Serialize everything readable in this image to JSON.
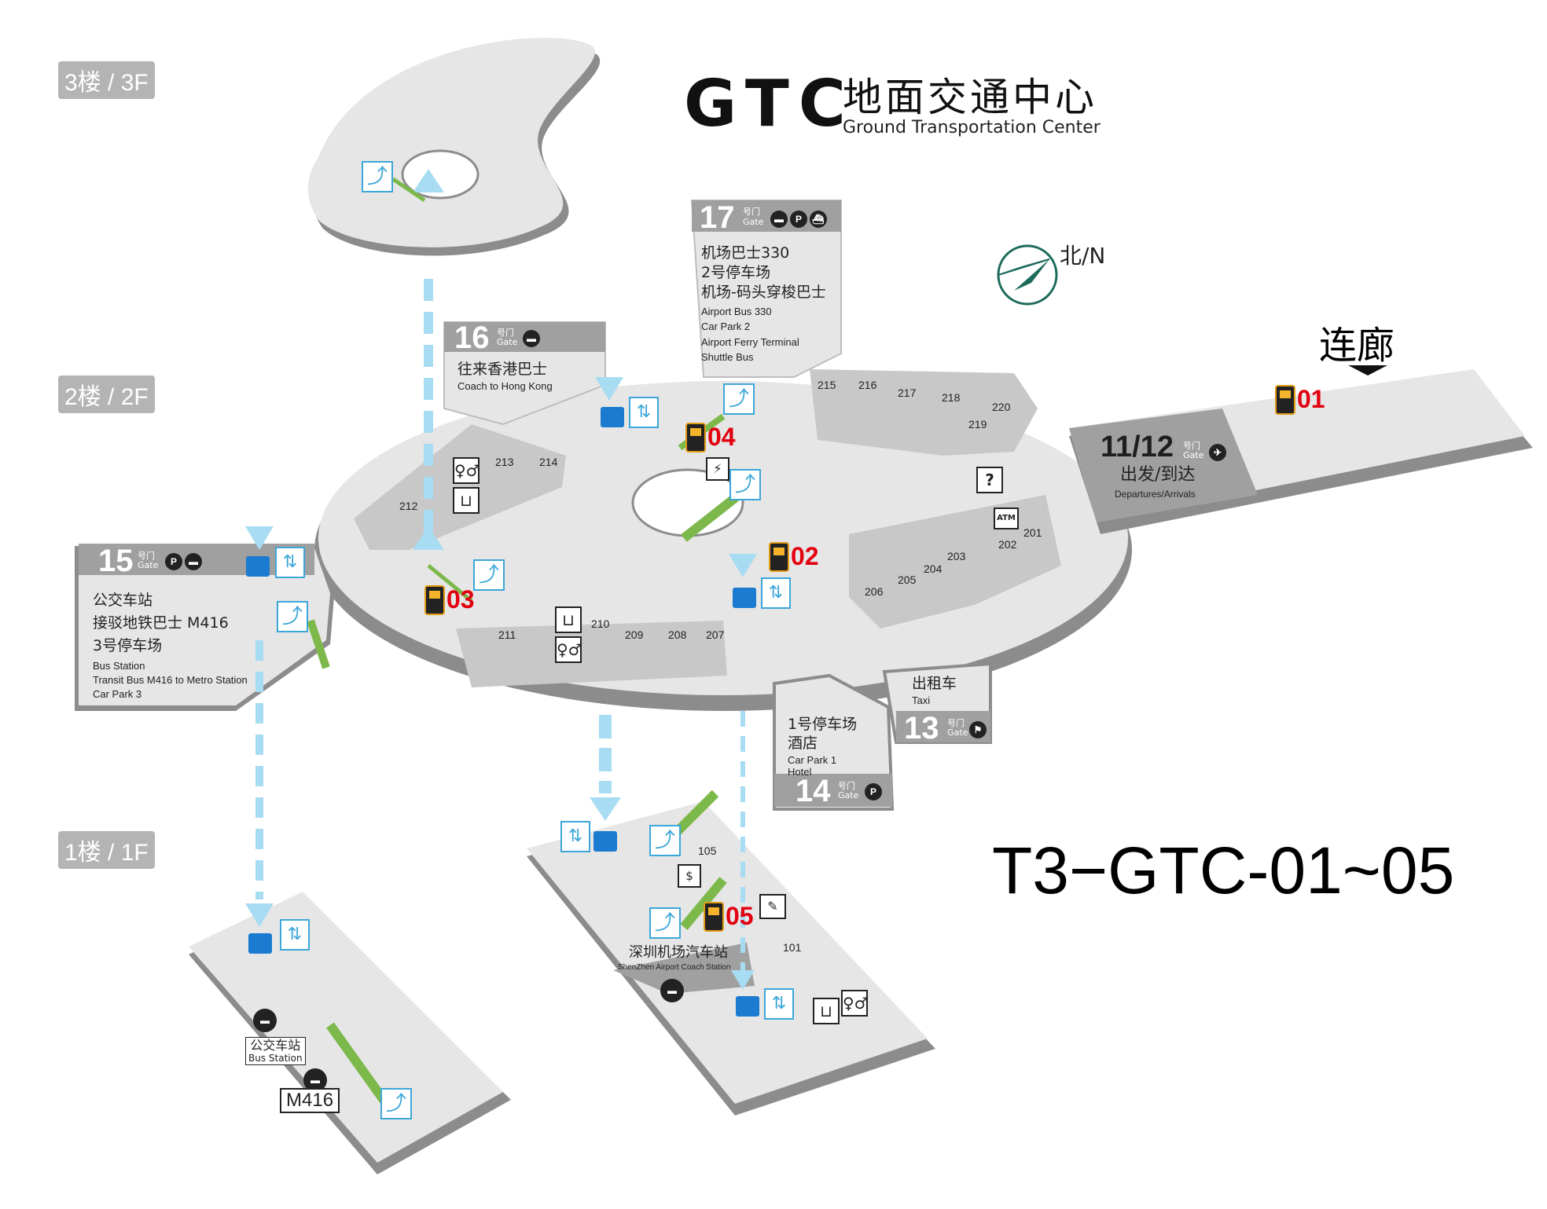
{
  "title": {
    "abbr": "GTC",
    "cn": "地面交通中心",
    "en": "Ground Transportation Center"
  },
  "map_code": "T3−GTC-01~05",
  "compass": {
    "label": "北/N"
  },
  "corridor": {
    "label": "连廊"
  },
  "floors": {
    "f3": "3楼 / 3F",
    "f2": "2楼 / 2F",
    "f1": "1楼 / 1F"
  },
  "gates": {
    "g17": {
      "number": "17",
      "cn": [
        "机场巴士330",
        "2号停车场",
        "机场-码头穿梭巴士"
      ],
      "en": [
        "Airport Bus 330",
        "Car Park 2",
        "Airport Ferry Terminal",
        "Shuttle Bus"
      ]
    },
    "g16": {
      "number": "16",
      "cn": [
        "往来香港巴士"
      ],
      "en": [
        "Coach to Hong Kong"
      ]
    },
    "g15": {
      "number": "15",
      "cn": [
        "公交车站",
        "接驳地铁巴士 M416",
        "3号停车场"
      ],
      "en": [
        "Bus Station",
        "Transit Bus  M416 to Metro Station",
        "Car Park 3"
      ]
    },
    "g14": {
      "number": "14",
      "cn": [
        "1号停车场",
        "酒店"
      ],
      "en": [
        "Car Park 1",
        "Hotel"
      ]
    },
    "g13": {
      "number": "13",
      "cn": [
        "出租车"
      ],
      "en": [
        "Taxi"
      ]
    },
    "g1112": {
      "number": "11/12",
      "cn": [
        "出发/到达"
      ],
      "en": [
        "Departures/Arrivals"
      ]
    },
    "gate_cn": "号门",
    "gate_en": "Gate"
  },
  "coach_station": {
    "cn": "深圳机场汽车站",
    "en": "ShenZhen Airport Coach Station"
  },
  "bus_station_1f": {
    "cn": "公交车站",
    "en": "Bus Station",
    "route": "M416"
  },
  "machines": [
    {
      "id": "01",
      "label": "01"
    },
    {
      "id": "02",
      "label": "02"
    },
    {
      "id": "03",
      "label": "03"
    },
    {
      "id": "04",
      "label": "04"
    },
    {
      "id": "05",
      "label": "05"
    }
  ],
  "rooms_2f": [
    "215",
    "216",
    "217",
    "218",
    "219",
    "220",
    "213",
    "214",
    "212",
    "201",
    "202",
    "203",
    "204",
    "205",
    "206",
    "211",
    "210",
    "209",
    "208",
    "207"
  ],
  "rooms_1f": [
    "105",
    "101"
  ],
  "icons": [
    "escalator-icon",
    "elevator-icon",
    "luggage-icon",
    "toilet-icon",
    "drinking-water-icon",
    "ticket-machine-icon",
    "info-icon",
    "atm-icon",
    "bus-icon",
    "parking-icon",
    "ferry-icon",
    "taxi-icon",
    "plane-icon",
    "ticket-office-icon",
    "charging-icon"
  ],
  "colors": {
    "floor": "#e6e6e6",
    "floor_edge": "#8c8c8c",
    "panel": "#a0a0a0",
    "path_blue": "#a8dcf3",
    "escalator_green": "#7cb94a",
    "machine_red": "#e20010",
    "icon_blue": "#3ca7d9"
  }
}
